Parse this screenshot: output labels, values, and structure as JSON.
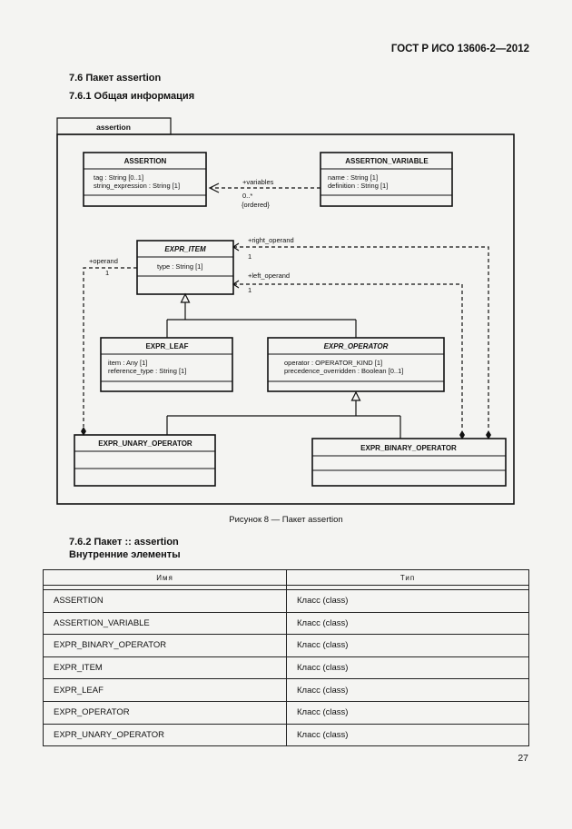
{
  "header": {
    "standard": "ГОСТ Р ИСО 13606-2—2012"
  },
  "sections": {
    "s76": "7.6 Пакет assertion",
    "s761": "7.6.1 Общая информация",
    "s762": "7.6.2 Пакет :: assertion",
    "internal": "Внутренние элементы"
  },
  "diagram": {
    "package_name": "assertion",
    "classes": {
      "assertion": {
        "name": "ASSERTION",
        "attrs": [
          "tag : String [0..1]",
          "string_expression : String [1]"
        ]
      },
      "assertion_variable": {
        "name": "ASSERTION_VARIABLE",
        "attrs": [
          "name : String [1]",
          "definition : String [1]"
        ]
      },
      "expr_item": {
        "name": "EXPR_ITEM",
        "attrs": [
          "type : String [1]"
        ]
      },
      "expr_leaf": {
        "name": "EXPR_LEAF",
        "attrs": [
          "item : Any [1]",
          "reference_type : String [1]"
        ]
      },
      "expr_operator": {
        "name": "EXPR_OPERATOR",
        "attrs": [
          "operator : OPERATOR_KIND [1]",
          "precedence_overridden : Boolean [0..1]"
        ]
      },
      "expr_unary_operator": {
        "name": "EXPR_UNARY_OPERATOR",
        "attrs": []
      },
      "expr_binary_operator": {
        "name": "EXPR_BINARY_OPERATOR",
        "attrs": []
      }
    },
    "labels": {
      "variables": "+variables",
      "variables_mult": "0..*",
      "ordered": "{ordered}",
      "operand": "+operand",
      "operand_mult": "1",
      "right_operand": "+right_operand",
      "right_mult": "1",
      "left_operand": "+left_operand",
      "left_mult": "1"
    }
  },
  "caption": "Рисунок 8 — Пакет assertion",
  "table": {
    "headers": [
      "Имя",
      "Тип"
    ],
    "rows": [
      [
        "ASSERTION",
        "Класс (class)"
      ],
      [
        "ASSERTION_VARIABLE",
        "Класс (class)"
      ],
      [
        "EXPR_BINARY_OPERATOR",
        "Класс (class)"
      ],
      [
        "EXPR_ITEM",
        "Класс (class)"
      ],
      [
        "EXPR_LEAF",
        "Класс (class)"
      ],
      [
        "EXPR_OPERATOR",
        "Класс (class)"
      ],
      [
        "EXPR_UNARY_OPERATOR",
        "Класс (class)"
      ]
    ]
  },
  "page_number": "27"
}
